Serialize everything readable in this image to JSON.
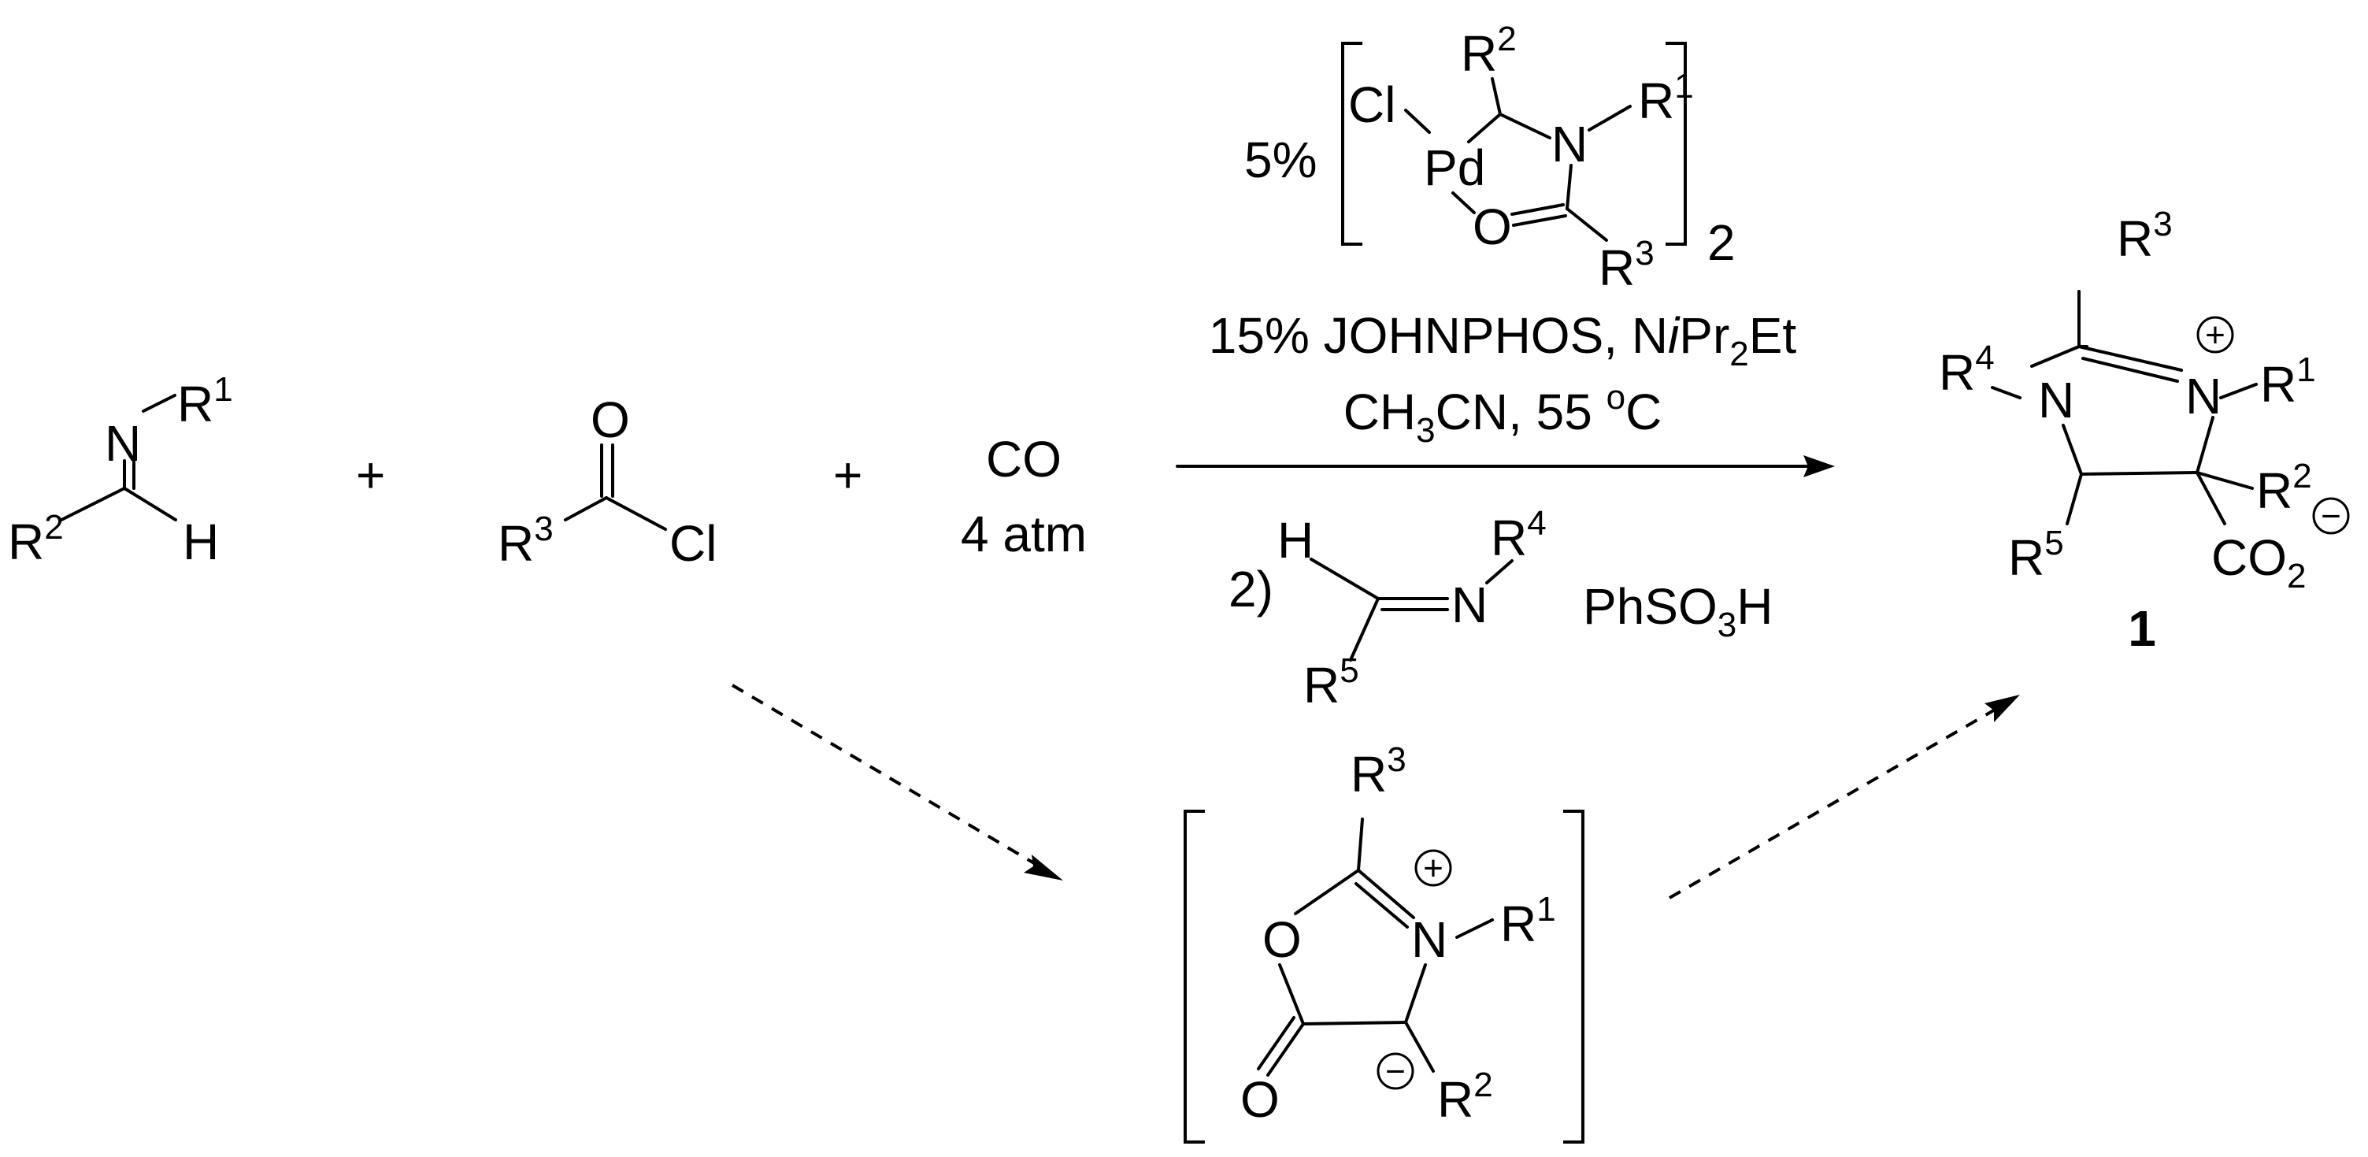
{
  "reactant_imine": {
    "N": "N",
    "R1": "R",
    "R1_sup": "1",
    "R2": "R",
    "R2_sup": "2",
    "H": "H"
  },
  "plus": "+",
  "acid_chloride": {
    "O": "O",
    "R3": "R",
    "R3_sup": "3",
    "Cl": "Cl"
  },
  "co_reagent": {
    "line1": "CO",
    "line2": "4 atm"
  },
  "catalyst": {
    "loading": "5%",
    "Cl": "Cl",
    "Pd": "Pd",
    "N": "N",
    "O": "O",
    "R1": "R",
    "R1_sup": "1",
    "R2": "R",
    "R2_sup": "2",
    "R3": "R",
    "R3_sup": "3",
    "dimer_sub": "2"
  },
  "conditions": {
    "ligand_a": "15% JOHNPHOS, N",
    "ligand_i": "i",
    "ligand_b": "Pr",
    "ligand_sub": "2",
    "ligand_c": "Et",
    "solvent_a": "CH",
    "solvent_sub": "3",
    "solvent_b": "CN, 55 ",
    "temp_sup": "o",
    "temp_unit": "C"
  },
  "step2": {
    "label": "2)",
    "H": "H",
    "N": "N",
    "R4": "R",
    "R4_sup": "4",
    "R5": "R",
    "R5_sup": "5",
    "acid_a": "PhSO",
    "acid_sub": "3",
    "acid_b": "H"
  },
  "product": {
    "R3": "R",
    "R3_sup": "3",
    "R4": "R",
    "R4_sup": "4",
    "N_left": "N",
    "N_right": "N",
    "R1": "R",
    "R1_sup": "1",
    "R2": "R",
    "R2_sup": "2",
    "R5": "R",
    "R5_sup": "5",
    "CO2": "CO",
    "CO2_sub": "2",
    "plus_charge": "+",
    "minus_charge": "−",
    "label": "1"
  },
  "intermediate": {
    "R3": "R",
    "R3_sup": "3",
    "O_ring": "O",
    "O_carbonyl": "O",
    "N": "N",
    "R1": "R",
    "R1_sup": "1",
    "R2": "R",
    "R2_sup": "2",
    "plus_charge": "+",
    "minus_charge": "−"
  }
}
